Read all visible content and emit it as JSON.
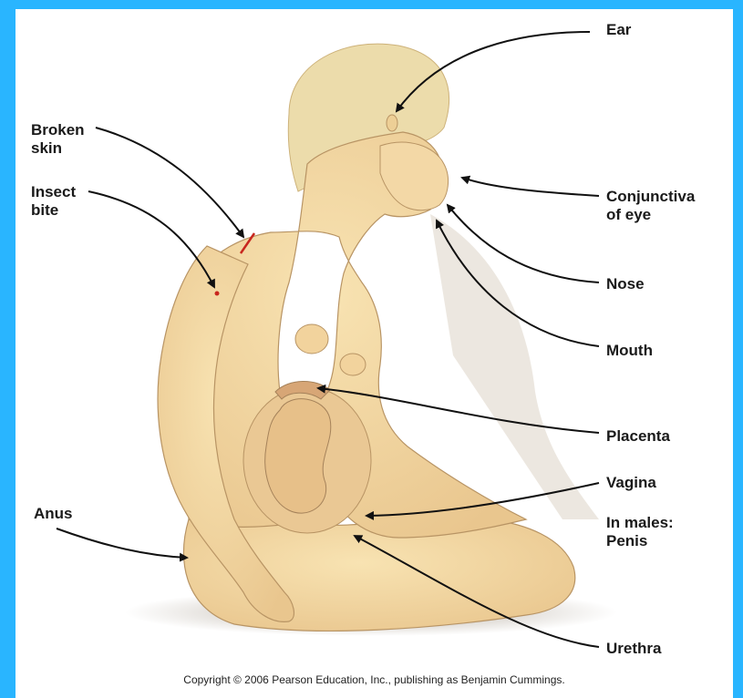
{
  "labels": {
    "ear": "Ear",
    "broken_skin": "Broken\nskin",
    "insect_bite": "Insect\nbite",
    "conjunctiva": "Conjunctiva\nof eye",
    "nose": "Nose",
    "mouth": "Mouth",
    "placenta": "Placenta",
    "vagina": "Vagina",
    "in_males": "In males:\nPenis",
    "anus": "Anus",
    "urethra": "Urethra"
  },
  "copyright": "Copyright © 2006 Pearson Education, Inc., publishing as Benjamin Cummings.",
  "colors": {
    "background": "#29b5ff",
    "panel": "#ffffff",
    "skin": "#f5dba4",
    "skin_shadow": "#e2bd86",
    "hair": "#e9d8a4",
    "arrow": "#111111",
    "wound": "#c8261e"
  }
}
